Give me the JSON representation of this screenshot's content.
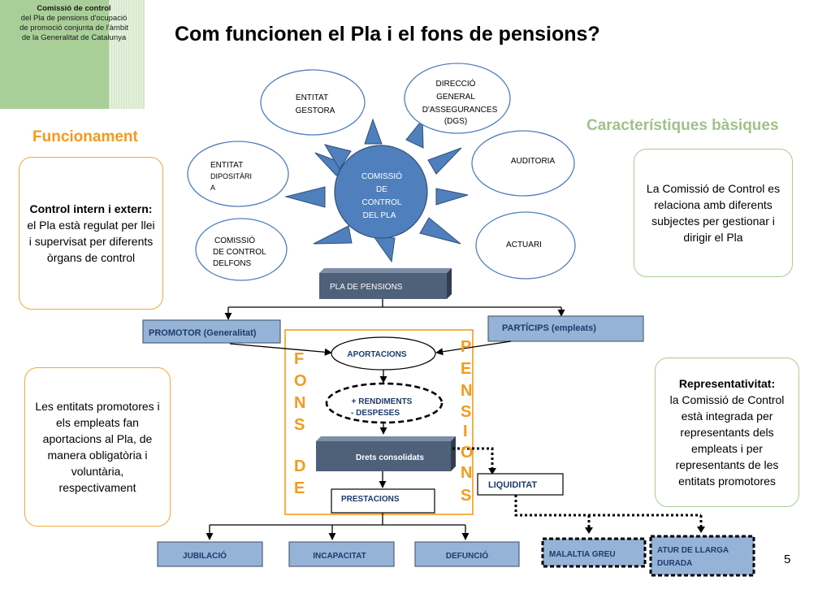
{
  "header": {
    "org_line1": "Comissió de control",
    "org_line2": "del Pla de pensions d'ocupació",
    "org_line3": "de promoció conjunta de l'àmbit",
    "org_line4": "de la Generalitat de Catalunya",
    "title": "Com funcionen el Pla i el fons de pensions?"
  },
  "left": {
    "heading": "Funcionament",
    "box1_strong": "Control intern i extern:",
    "box1_text": "el Pla està regulat per llei i supervisat per diferents òrgans de control",
    "box2_text": "Les entitats promotores i els empleats fan aportacions al Pla, de manera obligatòria i voluntària, respectivament"
  },
  "right": {
    "heading": "Característiques bàsiques",
    "box1_text": "La Comissió de Control es relaciona amb diferents subjectes per gestionar i dirigir el Pla",
    "box2_strong": "Representativitat:",
    "box2_text": "la Comissió de Control està integrada per representants dels empleats i per representants de les entitats promotores"
  },
  "diagram": {
    "center": [
      "COMISSIÓ",
      "DE",
      "CONTROL",
      "DEL  PLA"
    ],
    "gestora": [
      "ENTITAT",
      "GESTORA"
    ],
    "dgs": [
      "DIRECCIÓ",
      "GENERAL",
      "D'ASSEGURANCES",
      "(DGS)"
    ],
    "dipositaria": [
      "ENTITAT",
      "DIPOSITÀRI",
      "A"
    ],
    "auditoria": "AUDITORIA",
    "comissio_fons": [
      "COMISSIÓ",
      "DE CONTROL",
      "DELFONS"
    ],
    "actuari": "ACTUARI",
    "pla": "PLA DE PENSIONS",
    "promotor": "PROMOTOR (Generalitat)",
    "particips": "PARTÍCIPS (empleats)",
    "aportacions": "APORTACIONS",
    "rendiments": [
      "+ RENDIMENTS",
      "- DESPESES"
    ],
    "drets": "Drets consolidats",
    "prestacions": "PRESTACIONS",
    "liquiditat": "LIQUIDITAT",
    "fons_de": [
      "F",
      "O",
      "N",
      "S",
      "",
      "D",
      "E"
    ],
    "pensions": [
      "P",
      "E",
      "N",
      "S",
      "I",
      "O",
      "N",
      "S"
    ],
    "jubilacio": "JUBILACIÓ",
    "incapacitat": "INCAPACITAT",
    "defuncio": "DEFUNCIÓ",
    "malaltia": "MALALTIA GREU",
    "atur": [
      "ATUR DE LLARGA",
      "DURADA"
    ]
  },
  "page_number": "5",
  "colors": {
    "blue_fill": "#4f80bd",
    "steel_fill": "#4f6079",
    "box_fill": "#95b3d7",
    "orange": "#f39a1e",
    "green": "#a9cc95"
  }
}
